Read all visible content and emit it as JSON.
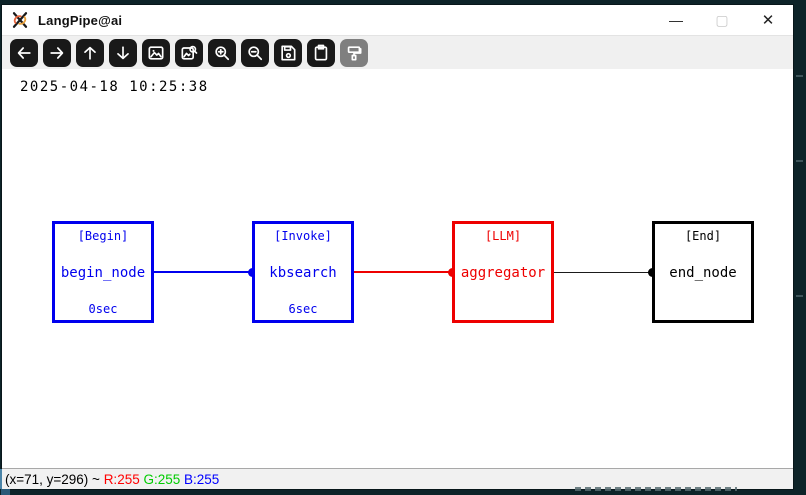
{
  "window": {
    "title": "LangPipe@ai",
    "controls": {
      "minimize": "—",
      "maximize": "▢",
      "close": "✕"
    }
  },
  "toolbar": {
    "buttons": [
      {
        "name": "back",
        "icon": "arrow-left-icon"
      },
      {
        "name": "forward",
        "icon": "arrow-right-icon"
      },
      {
        "name": "up",
        "icon": "arrow-up-icon"
      },
      {
        "name": "down",
        "icon": "arrow-down-icon"
      },
      {
        "name": "image",
        "icon": "image-icon"
      },
      {
        "name": "image-search",
        "icon": "image-search-icon"
      },
      {
        "name": "zoom-in",
        "icon": "zoom-in-icon"
      },
      {
        "name": "zoom-out",
        "icon": "zoom-out-icon"
      },
      {
        "name": "save",
        "icon": "save-icon"
      },
      {
        "name": "clipboard",
        "icon": "clipboard-icon"
      },
      {
        "name": "paint",
        "icon": "paint-brush-icon",
        "disabled": true
      }
    ]
  },
  "canvas": {
    "timestamp": "2025-04-18 10:25:38",
    "nodes": [
      {
        "type": "[Begin]",
        "name": "begin_node",
        "duration": "0sec",
        "color": "#0000ee"
      },
      {
        "type": "[Invoke]",
        "name": "kbsearch",
        "duration": "6sec",
        "color": "#0000ee"
      },
      {
        "type": "[LLM]",
        "name": "aggregator",
        "duration": "",
        "color": "#ee0000"
      },
      {
        "type": "[End]",
        "name": "end_node",
        "duration": "",
        "color": "#000000"
      }
    ],
    "connections": [
      {
        "from": "begin_node",
        "to": "kbsearch",
        "color": "#0000ee"
      },
      {
        "from": "kbsearch",
        "to": "aggregator",
        "color": "#ee0000"
      },
      {
        "from": "aggregator",
        "to": "end_node",
        "color": "#000000"
      }
    ]
  },
  "statusbar": {
    "coords": "(x=71, y=296) ~ ",
    "r": "R:255",
    "g": "G:255",
    "b": "B:255",
    "r_color": "#ff0000",
    "g_color": "#00cc00",
    "b_color": "#0000ff"
  }
}
